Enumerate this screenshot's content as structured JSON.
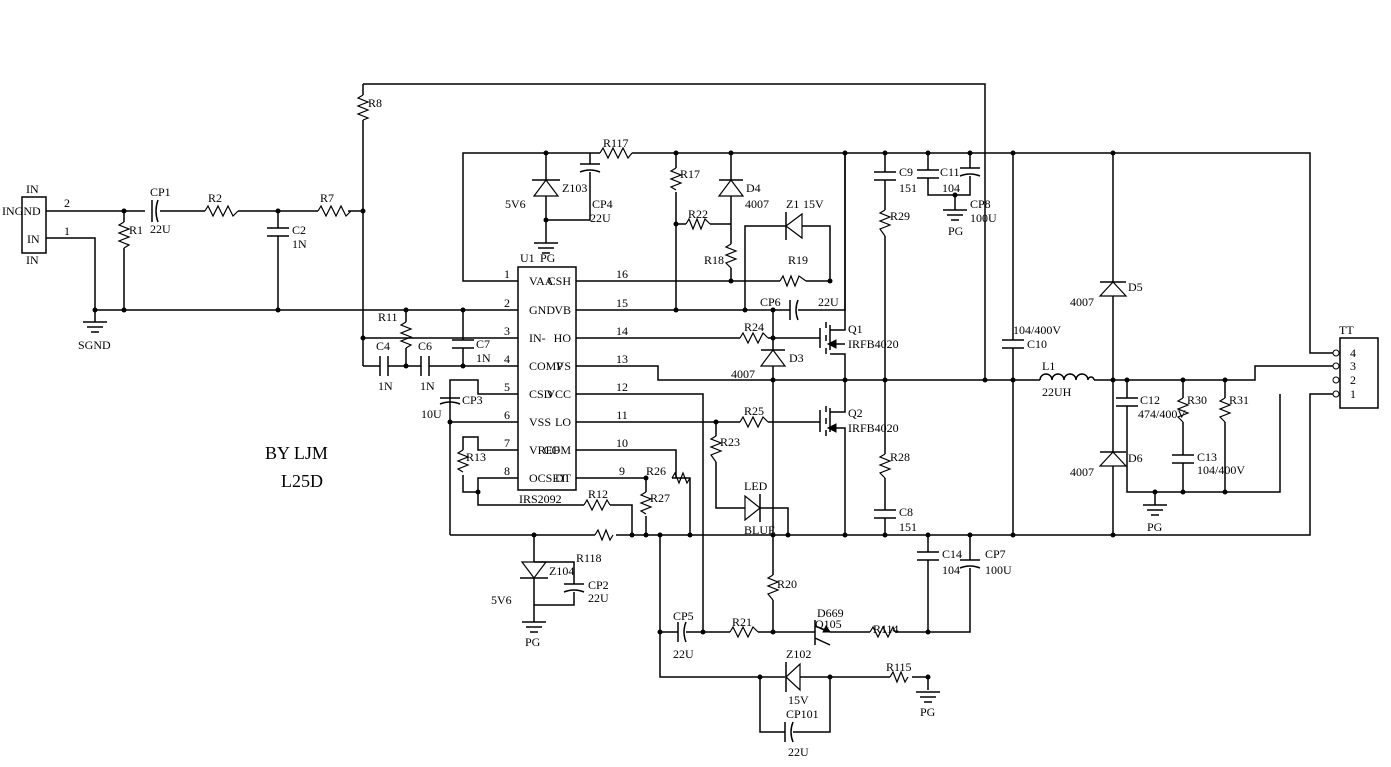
{
  "author": {
    "line1": "BY LJM",
    "line2": "L25D"
  },
  "ic": {
    "ref": "U1",
    "part": "IRS2092",
    "left_pins": [
      {
        "num": "1",
        "name": "VAA"
      },
      {
        "num": "2",
        "name": "GND"
      },
      {
        "num": "3",
        "name": "IN-"
      },
      {
        "num": "4",
        "name": "COMP"
      },
      {
        "num": "5",
        "name": "CSD"
      },
      {
        "num": "6",
        "name": "VSS"
      },
      {
        "num": "7",
        "name": "VREF"
      },
      {
        "num": "8",
        "name": "OCSET"
      }
    ],
    "right_pins": [
      {
        "num": "16",
        "name": "CSH"
      },
      {
        "num": "15",
        "name": "VB"
      },
      {
        "num": "14",
        "name": "HO"
      },
      {
        "num": "13",
        "name": "VS"
      },
      {
        "num": "12",
        "name": "VCC"
      },
      {
        "num": "11",
        "name": "LO"
      },
      {
        "num": "10",
        "name": "COM"
      },
      {
        "num": "9",
        "name": "DT"
      }
    ]
  },
  "input_connector": {
    "label_top": "IN",
    "label_gnd": "INGND",
    "label_in": "IN",
    "label_bottom": "IN",
    "pin2": "2",
    "pin1": "1"
  },
  "output_connector": {
    "name": "TT",
    "pins": [
      "4",
      "3",
      "2",
      "1"
    ]
  },
  "grounds": {
    "sgnd": "SGND",
    "pg": "PG",
    "u1pg": "PG"
  },
  "components": {
    "CP1": "CP1",
    "CP1_val": "22U",
    "R1": "R1",
    "R2": "R2",
    "R7": "R7",
    "R8": "R8",
    "C2": "C2",
    "C2_val": "1N",
    "R11": "R11",
    "C4": "C4",
    "C4_val": "1N",
    "C6": "C6",
    "C6_val": "1N",
    "C7": "C7",
    "C7_val": "1N",
    "CP3": "CP3",
    "CP3_val": "10U",
    "R13": "R13",
    "R12": "R12",
    "Z104": "Z104",
    "Z104_val": "5V6",
    "R118": "R118",
    "CP2": "CP2",
    "CP2_val": "22U",
    "R117": "R117",
    "Z103": "Z103",
    "Z103_val": "5V6",
    "CP4": "CP4",
    "CP4_val": "22U",
    "R17": "R17",
    "R22": "R22",
    "R18": "R18",
    "D4": "D4",
    "D4_val": "4007",
    "Z1": "Z1",
    "Z1_val": "15V",
    "R19": "R19",
    "CP6": "CP6",
    "CP6_val": "22U",
    "R24": "R24",
    "D3": "D3",
    "D3_val": "4007",
    "Q1": "Q1",
    "Q1_val": "IRFB4020",
    "Q2": "Q2",
    "Q2_val": "IRFB4020",
    "R25": "R25",
    "R23": "R23",
    "R26": "R26",
    "R27": "R27",
    "LED": "LED",
    "LED_val": "BLUE",
    "C9": "C9",
    "C9_val": "151",
    "C11": "C11",
    "C11_val": "104",
    "CP8": "CP8",
    "CP8_val": "100U",
    "R29": "R29",
    "R28": "R28",
    "C8": "C8",
    "C8_val": "151",
    "C10": "C10",
    "C10_val": "104/400V",
    "L1": "L1",
    "L1_val": "22UH",
    "D5": "D5",
    "D5_val": "4007",
    "D6": "D6",
    "D6_val": "4007",
    "C12": "C12",
    "C12_val": "474/400V",
    "R30": "R30",
    "R31": "R31",
    "C13": "C13",
    "C13_val": "104/400V",
    "C14": "C14",
    "C14_val": "104",
    "CP7": "CP7",
    "CP7_val": "100U",
    "R20": "R20",
    "R21": "R21",
    "CP5": "CP5",
    "CP5_val": "22U",
    "Q105": "Q105",
    "Q105_val": "D669",
    "R114": "R114",
    "R115": "R115",
    "Z102": "Z102",
    "Z102_val": "15V",
    "CP101": "CP101",
    "CP101_val": "22U"
  }
}
